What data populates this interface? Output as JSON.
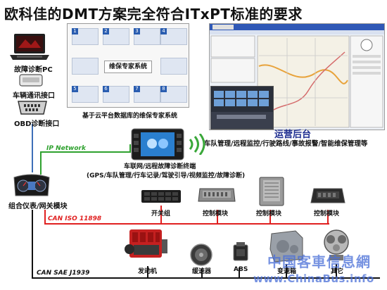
{
  "title": "欧科佳的DMT方案完全符合ITxPT标准的要求",
  "devices": {
    "pc_label": "故障诊断PC",
    "connector_label": "车辆通讯接口",
    "obd_label": "OBD诊断接口",
    "cluster_label": "组合仪表/网关模块"
  },
  "expert_system": {
    "center_label": "维保专家系统",
    "caption": "基于云平台数据库的维保专家系统",
    "cells": [
      "1",
      "2",
      "3",
      "4",
      "5",
      "6",
      "7",
      "8"
    ]
  },
  "ops": {
    "title": "运营后台",
    "desc": "车队管理/远程监控/行驶路线/事故报警/智能维保管理等"
  },
  "terminal": {
    "line1": "车联网/远程故障诊断终端",
    "line2": "(GPS/车队管理/行车记录/驾驶引导/视频监控/故障诊断)"
  },
  "networks": {
    "ip": "IP Network",
    "can_iso": "CAN ISO 11898",
    "can_sae": "CAN SAE J1939"
  },
  "modules": [
    {
      "label": "开关组"
    },
    {
      "label": "控制模块"
    },
    {
      "label": "控制模块"
    },
    {
      "label": "控制模块"
    }
  ],
  "components": [
    {
      "label": "发动机"
    },
    {
      "label": "缓速器"
    },
    {
      "label": "ABS"
    },
    {
      "label": "变速箱"
    },
    {
      "label": "其它"
    }
  ],
  "watermark": {
    "cn": "中国客車信息網",
    "url": "www.ChinaBus.info"
  },
  "colors": {
    "ip_network": "#2ea12e",
    "can_iso": "#e02020",
    "can_sae": "#111111",
    "ops_title": "#1b2b8f"
  }
}
